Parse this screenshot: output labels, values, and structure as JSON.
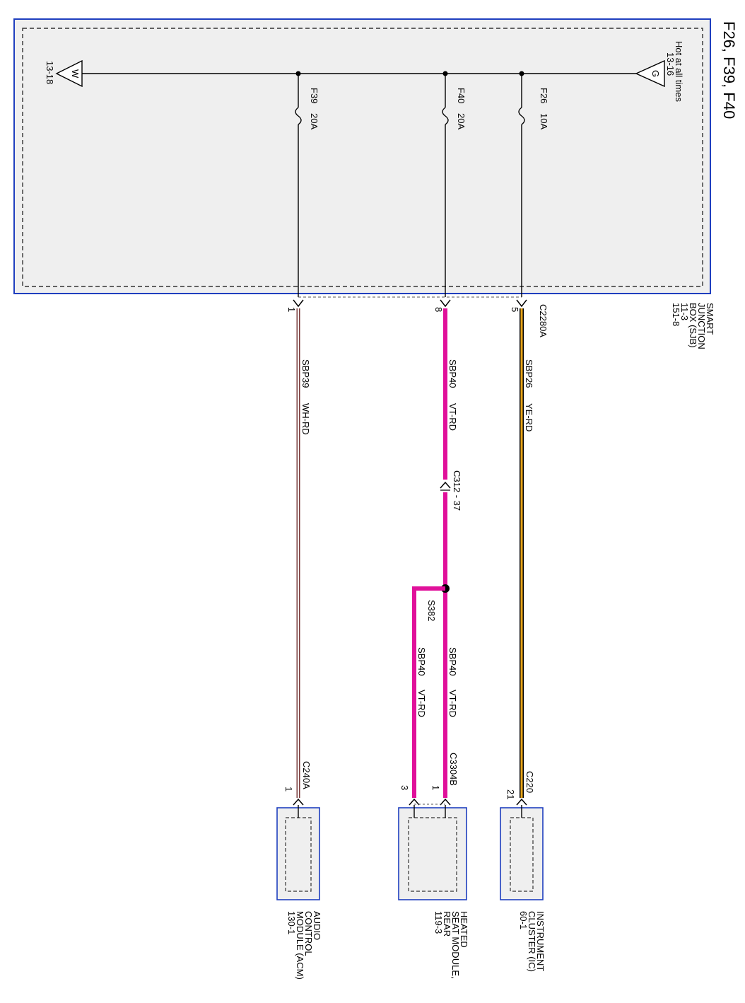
{
  "page_title": "F26, F39, F40",
  "colors": {
    "box_border": "#1f3fbf",
    "box_fill": "#efefef",
    "wire_ye_rd": "#e8a317",
    "wire_vt_rd": "#e0109a",
    "wire_wh_rd": "#7a3b3b"
  },
  "sjb": {
    "label_lines": [
      "SMART",
      "JUNCTION",
      "BOX (SJB)",
      "11-3",
      "151-8"
    ],
    "connector": "C2280A",
    "power_source": {
      "lines": [
        "Hot at all times",
        "13-16"
      ],
      "flag": "G"
    },
    "ground_ref": {
      "ref": "13-18",
      "flag": "W"
    },
    "fuses": [
      {
        "id": "F26",
        "rating": "10A",
        "pin": "5"
      },
      {
        "id": "F40",
        "rating": "20A",
        "pin": "8"
      },
      {
        "id": "F39",
        "rating": "20A",
        "pin": "1"
      }
    ]
  },
  "circuits": {
    "sbp26": {
      "name": "SBP26",
      "color": "YE-RD"
    },
    "sbp40": {
      "name": "SBP40",
      "color": "VT-RD",
      "inline_connector": "C312 - 37",
      "splice": "S382"
    },
    "sbp40_a": {
      "name": "SBP40",
      "color": "VT-RD"
    },
    "sbp40_b": {
      "name": "SBP40",
      "color": "VT-RD"
    },
    "sbp39": {
      "name": "SBP39",
      "color": "WH-RD"
    }
  },
  "modules": {
    "ic": {
      "connector": "C220",
      "pin": "21",
      "label_lines": [
        "INSTRUMENT",
        "CLUSTER (IC)",
        "60-1"
      ]
    },
    "hsm": {
      "connector": "C3304B",
      "pin_a": "1",
      "pin_b": "3",
      "label_lines": [
        "HEATED",
        "SEAT MODULE,",
        "REAR",
        "119-3"
      ]
    },
    "acm": {
      "connector": "C240A",
      "pin": "1",
      "label_lines": [
        "AUDIO",
        "CONTROL",
        "MODULE (ACM)",
        "130-1"
      ]
    }
  }
}
